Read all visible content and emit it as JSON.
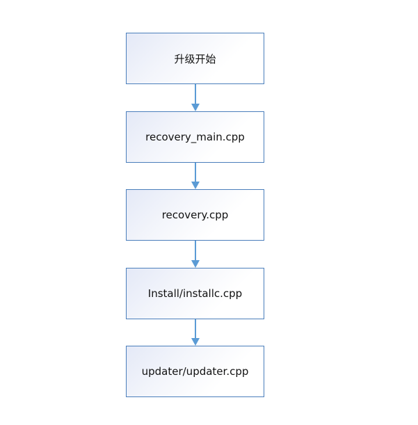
{
  "flowchart": {
    "steps": [
      {
        "label": "升级开始"
      },
      {
        "label": "recovery_main.cpp"
      },
      {
        "label": "recovery.cpp"
      },
      {
        "label": "Install/installc.cpp"
      },
      {
        "label": "updater/updater.cpp"
      }
    ],
    "colors": {
      "border": "#4a7ebb",
      "arrow": "#5b9bd5",
      "text": "#111111"
    }
  }
}
